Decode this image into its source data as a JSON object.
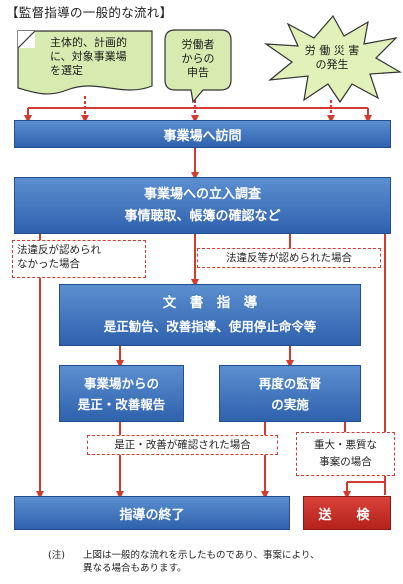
{
  "title": "【監督指導の一般的な流れ】",
  "triggers": {
    "selection": [
      "主体的、計画的",
      "に、対象事業場",
      "を選定"
    ],
    "complaint": [
      "労働者",
      "からの",
      "申告"
    ],
    "accident": [
      "労 働 災 害",
      "の発生"
    ]
  },
  "steps": {
    "visit": "事業場へ訪問",
    "inspection": [
      "事業場への立入調査",
      "事情聴取、帳簿の確認など"
    ],
    "guidance": [
      "文　書　指　導",
      "是正勧告、改善指導、使用停止命令等"
    ],
    "report": [
      "事業場からの",
      "是正・改善報告"
    ],
    "reinspection": [
      "再度の監督",
      "の実施"
    ],
    "end": "指導の終了",
    "referral": "送　検"
  },
  "conditions": {
    "no_violation": [
      "法違反が認められ",
      "なかった場合"
    ],
    "violation": "法違反等が認められた場合",
    "corrected": "是正・改善が確認された場合",
    "serious": [
      "重大・悪質な",
      "事案の場合"
    ]
  },
  "footnote": {
    "label": "(注)",
    "text": [
      "上図は一般的な流れを示したものであり、事案により、",
      "異なる場合もあります。"
    ]
  },
  "colors": {
    "box_blue": "#3a6fb8",
    "box_red": "#c8302a",
    "arrow_red": "#d33a30",
    "shape_green": "#d7ebb0",
    "shape_star": "#e2f0b9"
  }
}
